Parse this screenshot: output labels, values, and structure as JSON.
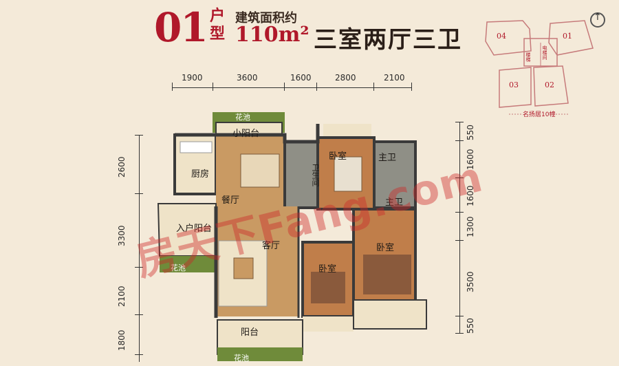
{
  "title": {
    "unit_number": "01",
    "unit_char_1": "户",
    "unit_char_2": "型",
    "area_label": "建筑面积约",
    "area_value": "110m²",
    "layout": "三室两厅三卫"
  },
  "keyplan": {
    "units": [
      "04",
      "01",
      "03",
      "02"
    ],
    "stair_label": "楼梯",
    "elevator_label": "电梯间",
    "building_label": "名扬居10幢"
  },
  "dimensions": {
    "top": [
      "1900",
      "3600",
      "1600",
      "2800",
      "2100"
    ],
    "left": [
      "2600",
      "3300",
      "2100",
      "1800"
    ],
    "right": [
      "550",
      "1600",
      "1600",
      "1300",
      "3500",
      "550"
    ]
  },
  "rooms": {
    "small_balcony": "小阳台",
    "kitchen": "厨房",
    "dining": "餐厅",
    "bath": "卫生间",
    "bedroom_master": "卧室",
    "master_bath_top": "主卫",
    "master_bath_bottom": "主卫",
    "entrance_balcony": "入户阳台",
    "living": "客厅",
    "bedroom_right": "卧室",
    "bedroom_middle": "卧室",
    "balcony": "阳台",
    "garden_top": "花池",
    "garden_left": "花池",
    "garden_bottom": "花池"
  },
  "watermark": "房天下Fang.com",
  "colors": {
    "accent_red": "#b0182a",
    "wall": "#3a3a3a",
    "floor_wood": "#c99a63",
    "floor_tile": "#efe3c8",
    "carpet": "#8a5a3c"
  }
}
